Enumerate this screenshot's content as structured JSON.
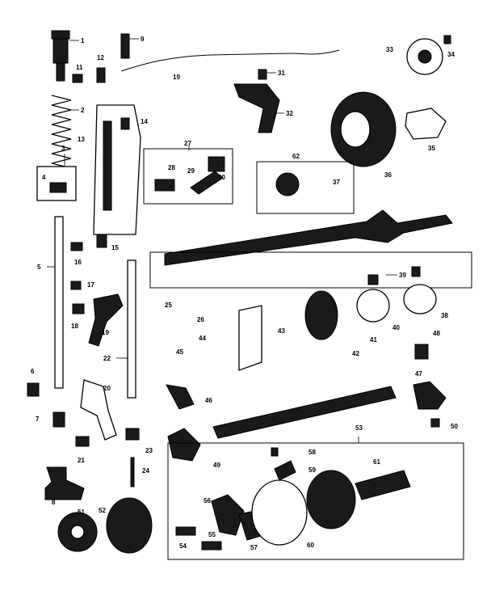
{
  "labels": {
    "n1": "1",
    "n2": "2",
    "n3": "3",
    "n4": "4",
    "n5": "5",
    "n6": "6",
    "n7": "7",
    "n8": "8",
    "n9": "9",
    "n11": "11",
    "n12": "12",
    "n13": "13",
    "n14": "14",
    "n15": "15",
    "n16": "16",
    "n17": "17",
    "n18": "18",
    "n19": "19",
    "n20": "20",
    "n21": "21",
    "n22": "22",
    "n23": "23",
    "n24": "24",
    "n25": "25",
    "n26": "26",
    "n27": "27",
    "n28": "28",
    "n29": "29",
    "n30": "30",
    "n31": "31",
    "n32": "32",
    "n33": "33",
    "n34": "34",
    "n35": "35",
    "n36": "36",
    "n37": "37",
    "n38": "38",
    "n39": "39",
    "n40": "40",
    "n41": "41",
    "n42": "42",
    "n43": "43",
    "n44": "44",
    "n45": "45",
    "n46": "46",
    "n47": "47",
    "n48": "48",
    "n49": "49",
    "n50": "50",
    "n51": "51",
    "n52": "52",
    "n53": "53",
    "n54": "54",
    "n55": "55",
    "n56": "56",
    "n57": "57",
    "n58": "58",
    "n59": "59",
    "n60": "60",
    "n61": "61",
    "n62": "62"
  },
  "colors": {
    "ink": "#000000",
    "paper": "#ffffff"
  }
}
